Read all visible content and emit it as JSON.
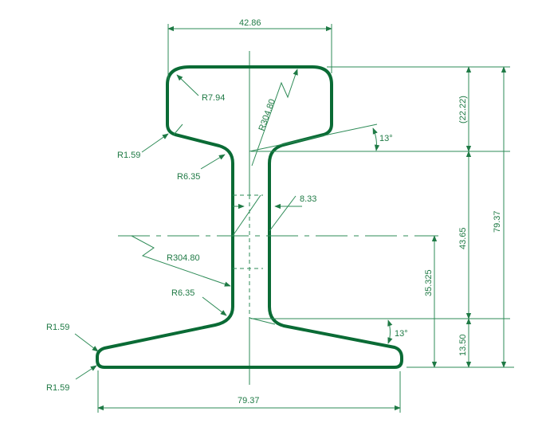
{
  "labels": {
    "head_width": "42.86",
    "head_corner_radius": "R7.94",
    "head_crown_radius": "R304.80",
    "head_bottom_radius": "R1.59",
    "head_fillet_radius": "R6.35",
    "head_angle": "13°",
    "head_height": "(22.22)",
    "web_thickness": "8.33",
    "web_radius": "R304.80",
    "web_height": "43.65",
    "total_height": "79.37",
    "neutral_axis_height": "35.325",
    "base_fillet_radius": "R6.35",
    "base_angle": "13°",
    "base_height": "13.50",
    "base_top_radius": "R1.59",
    "base_bottom_radius": "R1.59",
    "base_width": "79.37"
  },
  "colors": {
    "profile": "#0a6b35",
    "dimension": "#2e8b57"
  }
}
